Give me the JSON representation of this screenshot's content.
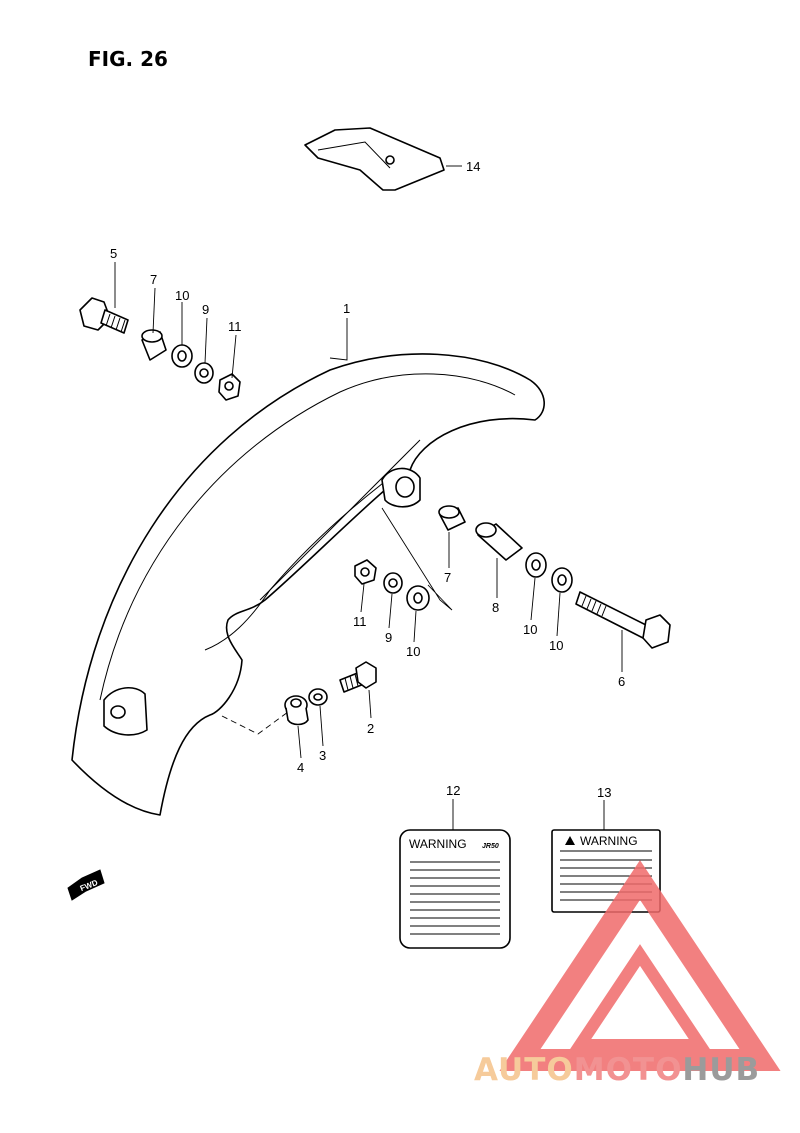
{
  "figure": {
    "title": "FIG. 26"
  },
  "callouts": [
    {
      "id": "c1",
      "text": "1"
    },
    {
      "id": "c2",
      "text": "2"
    },
    {
      "id": "c3",
      "text": "3"
    },
    {
      "id": "c4",
      "text": "4"
    },
    {
      "id": "c5",
      "text": "5"
    },
    {
      "id": "c6",
      "text": "6"
    },
    {
      "id": "c7a",
      "text": "7"
    },
    {
      "id": "c7b",
      "text": "7"
    },
    {
      "id": "c8",
      "text": "8"
    },
    {
      "id": "c9a",
      "text": "9"
    },
    {
      "id": "c9b",
      "text": "9"
    },
    {
      "id": "c10a",
      "text": "10"
    },
    {
      "id": "c10b",
      "text": "10"
    },
    {
      "id": "c10c",
      "text": "10"
    },
    {
      "id": "c10d",
      "text": "10"
    },
    {
      "id": "c11a",
      "text": "11"
    },
    {
      "id": "c11b",
      "text": "11"
    },
    {
      "id": "c12",
      "text": "12"
    },
    {
      "id": "c13",
      "text": "13"
    },
    {
      "id": "c14",
      "text": "14"
    }
  ],
  "labels": {
    "warning_12": "WARNING",
    "model_12": "JR50",
    "warning_13": "WARNING",
    "fwd_arrow": "FWD"
  },
  "watermark": {
    "auto": "AUTO",
    "moto": "MOTO",
    "hub": "HUB",
    "color_auto": "#f5c28a",
    "color_moto": "#f08080",
    "color_hub": "#8a8a8a",
    "color_triangle": "#f06a6a"
  }
}
